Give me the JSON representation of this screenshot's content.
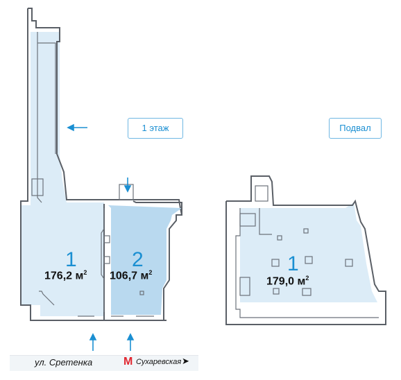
{
  "labels": {
    "floor1": "1 этаж",
    "basement": "Подвал"
  },
  "rooms": {
    "room1": {
      "number": "1",
      "area": "176,2 м",
      "unit_sup": "2"
    },
    "room2": {
      "number": "2",
      "area": "106,7 м",
      "unit_sup": "2"
    },
    "bsmt1": {
      "number": "1",
      "area": "179,0 м",
      "unit_sup": "2"
    }
  },
  "street": {
    "name": "ул. Сретенка",
    "metro_symbol": "M",
    "metro_name": "Сухаревская",
    "arrow": "➤"
  },
  "colors": {
    "room_light": "#dcecf7",
    "room_dark": "#b9d9ef",
    "accent": "#1b8fd2",
    "metro": "#e1262f"
  }
}
